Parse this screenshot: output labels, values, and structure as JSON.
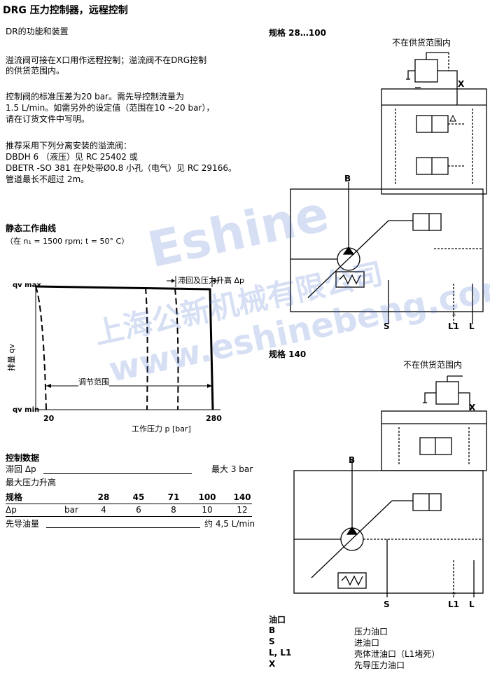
{
  "header": {
    "title": "DRG 压力控制器，远程控制"
  },
  "left": {
    "subtitle": "DR的功能和装置",
    "p1": [
      "溢流阀可接在X口用作远程控制；溢流阀不在DRG控制",
      "的供货范围内。"
    ],
    "p2": [
      "控制阀的标准压差为20 bar。需先导控制流量为",
      "1.5 L/min。如需另外的设定值（范围在10 ~20 bar），",
      "请在订货文件中写明。"
    ],
    "p3": [
      "推荐采用下列分离安装的溢流阀：",
      "DBDH 6  （液压）见 RC 25402 或",
      "DBETR -SO 381 在P处带Ø0.8 小孔（电气）见 RC 29166。",
      "管道最长不超过 2m。"
    ]
  },
  "curve": {
    "heading": "静态工作曲线",
    "condition": "（在 n₁ = 1500 rpm; t = 50° C）",
    "ylabel_max": "qv max",
    "ylabel_min": "qv min",
    "yaxis_label": "排量 qv",
    "x_min_label": "20",
    "x_max_label": "280",
    "x_axis_label": "工作压力 p [bar]",
    "range_label": "调节范围",
    "hysteresis_label": "滞回及压力升高 Δp"
  },
  "control": {
    "heading": "控制数据",
    "hyst_label": "滞回 Δp",
    "hyst_value": "最大 3 bar",
    "max_rise_label": "最大压力升高",
    "size_label": "规格",
    "sizes": [
      "28",
      "45",
      "71",
      "100",
      "140"
    ],
    "dp_label": "Δp",
    "dp_unit": "bar",
    "dp_values": [
      "4",
      "6",
      "8",
      "10",
      "12"
    ],
    "pilot_label": "先导油量",
    "pilot_value": "约 4,5 L/min"
  },
  "diagram1": {
    "heading": "规格 28…100",
    "note": "不在供货范围内",
    "port_x": "X",
    "port_b": "B",
    "port_s": "S",
    "port_l1": "L1",
    "port_l": "L",
    "port_star": "*"
  },
  "diagram2": {
    "heading": "规格 140",
    "note": "不在供货范围内",
    "port_x": "X",
    "port_b": "B",
    "port_s": "S",
    "port_l1": "L1",
    "port_l": "L",
    "port_star": "*"
  },
  "ports": {
    "heading": "油口",
    "items": [
      {
        "code": "B",
        "desc": "压力油口"
      },
      {
        "code": "S",
        "desc": "进油口"
      },
      {
        "code": "L, L1",
        "desc": "壳体泄油口（L1堵死）"
      },
      {
        "code": "X",
        "desc": "先导压力油口"
      }
    ]
  },
  "watermark": {
    "brand": "Eshine",
    "company": "上海公新机械有限公司",
    "url": "www.eshinebeng.com"
  }
}
